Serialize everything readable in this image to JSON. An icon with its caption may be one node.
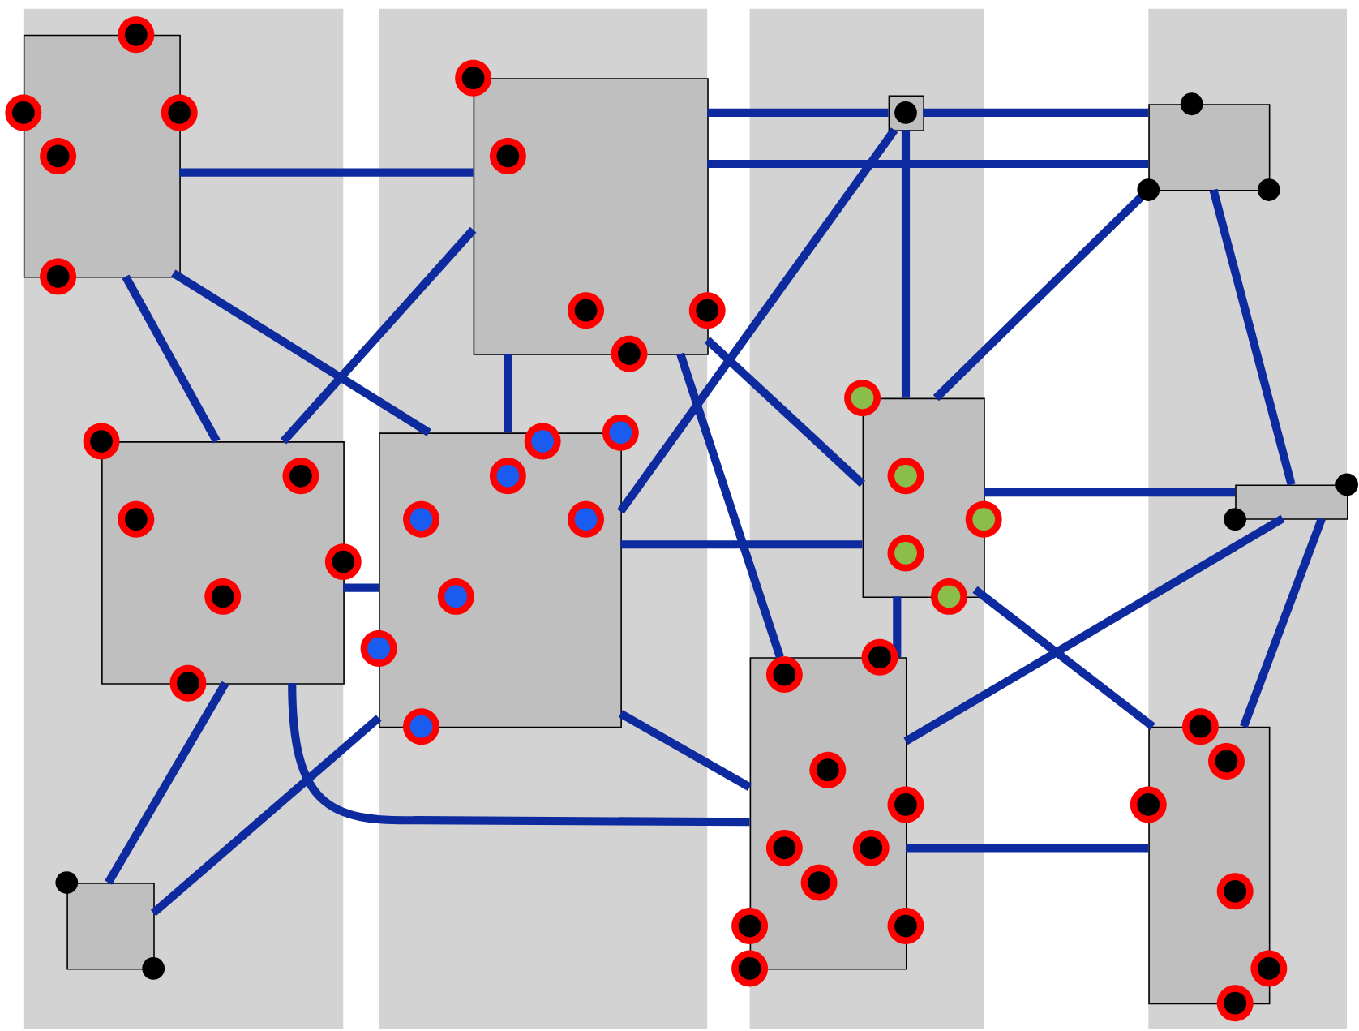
{
  "diagram": {
    "nodes": [
      {
        "text": [],
        "shape": "box"
      },
      {
        "text": [],
        "shape": "box"
      },
      {
        "text": [],
        "shape": "box"
      },
      {
        "text": [],
        "shape": "box"
      },
      {
        "text": [],
        "shape": "box"
      },
      {
        "text": [],
        "shape": "box"
      },
      {
        "text": [],
        "shape": "box"
      },
      {
        "text": [],
        "shape": "box"
      },
      {
        "text": [],
        "shape": "box"
      },
      {
        "text": [],
        "shape": "box"
      },
      {
        "text": [],
        "shape": "box"
      }
    ],
    "edges": [
      {
        "from": 0,
        "to": 1,
        "arrow": "none"
      },
      {
        "from": 0,
        "to": 4,
        "arrow": "none"
      },
      {
        "from": 0,
        "to": 5,
        "arrow": "none"
      },
      {
        "from": 1,
        "to": 4,
        "arrow": "none"
      },
      {
        "from": 1,
        "to": 5,
        "arrow": "none"
      },
      {
        "from": 1,
        "to": 3,
        "arrow": "none"
      },
      {
        "from": 3,
        "to": 2,
        "arrow": "none"
      },
      {
        "from": 1,
        "to": 2,
        "arrow": "none"
      },
      {
        "from": 1,
        "to": 8,
        "arrow": "none"
      },
      {
        "from": 1,
        "to": 6,
        "arrow": "none"
      },
      {
        "from": 3,
        "to": 6,
        "arrow": "none"
      },
      {
        "from": 3,
        "to": 5,
        "arrow": "none"
      },
      {
        "from": 2,
        "to": 6,
        "arrow": "none"
      },
      {
        "from": 2,
        "to": 7,
        "arrow": "none"
      },
      {
        "from": 4,
        "to": 5,
        "arrow": "none"
      },
      {
        "from": 4,
        "to": 10,
        "arrow": "none"
      },
      {
        "from": 4,
        "to": 8,
        "arrow": "none"
      },
      {
        "from": 5,
        "to": 6,
        "arrow": "none"
      },
      {
        "from": 5,
        "to": 10,
        "arrow": "none"
      },
      {
        "from": 5,
        "to": 8,
        "arrow": "none"
      },
      {
        "from": 6,
        "to": 7,
        "arrow": "none"
      },
      {
        "from": 6,
        "to": 8,
        "arrow": "none"
      },
      {
        "from": 6,
        "to": 9,
        "arrow": "none"
      },
      {
        "from": 7,
        "to": 8,
        "arrow": "none"
      },
      {
        "from": 7,
        "to": 9,
        "arrow": "none"
      },
      {
        "from": 8,
        "to": 9,
        "arrow": "none"
      }
    ]
  }
}
